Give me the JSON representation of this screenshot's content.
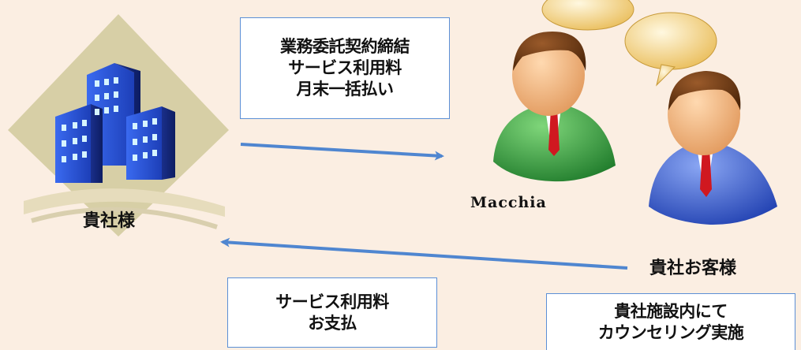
{
  "contract_box": {
    "lines": [
      "業務委託契約締結",
      "サービス利用料",
      "月末一括払い"
    ]
  },
  "payment_box": {
    "lines": [
      "サービス利用料",
      "お支払"
    ]
  },
  "counseling_box": {
    "lines": [
      "貴社施設内にて",
      "カウンセリング実施"
    ]
  },
  "company_label": "貴社様",
  "macchia_label": "Macchia",
  "customer_label": "貴社お客様",
  "colors": {
    "background": "#fbeee2",
    "box_border": "#5b8fd6",
    "arrow": "#4f86d0",
    "building": "#1f4fd6",
    "diamond": "#d7cfa6"
  },
  "icons": {
    "company": "office-building-icon",
    "consultant": "consultant-person-icon",
    "customer": "customer-person-icon",
    "speech": "speech-bubble-icon"
  }
}
